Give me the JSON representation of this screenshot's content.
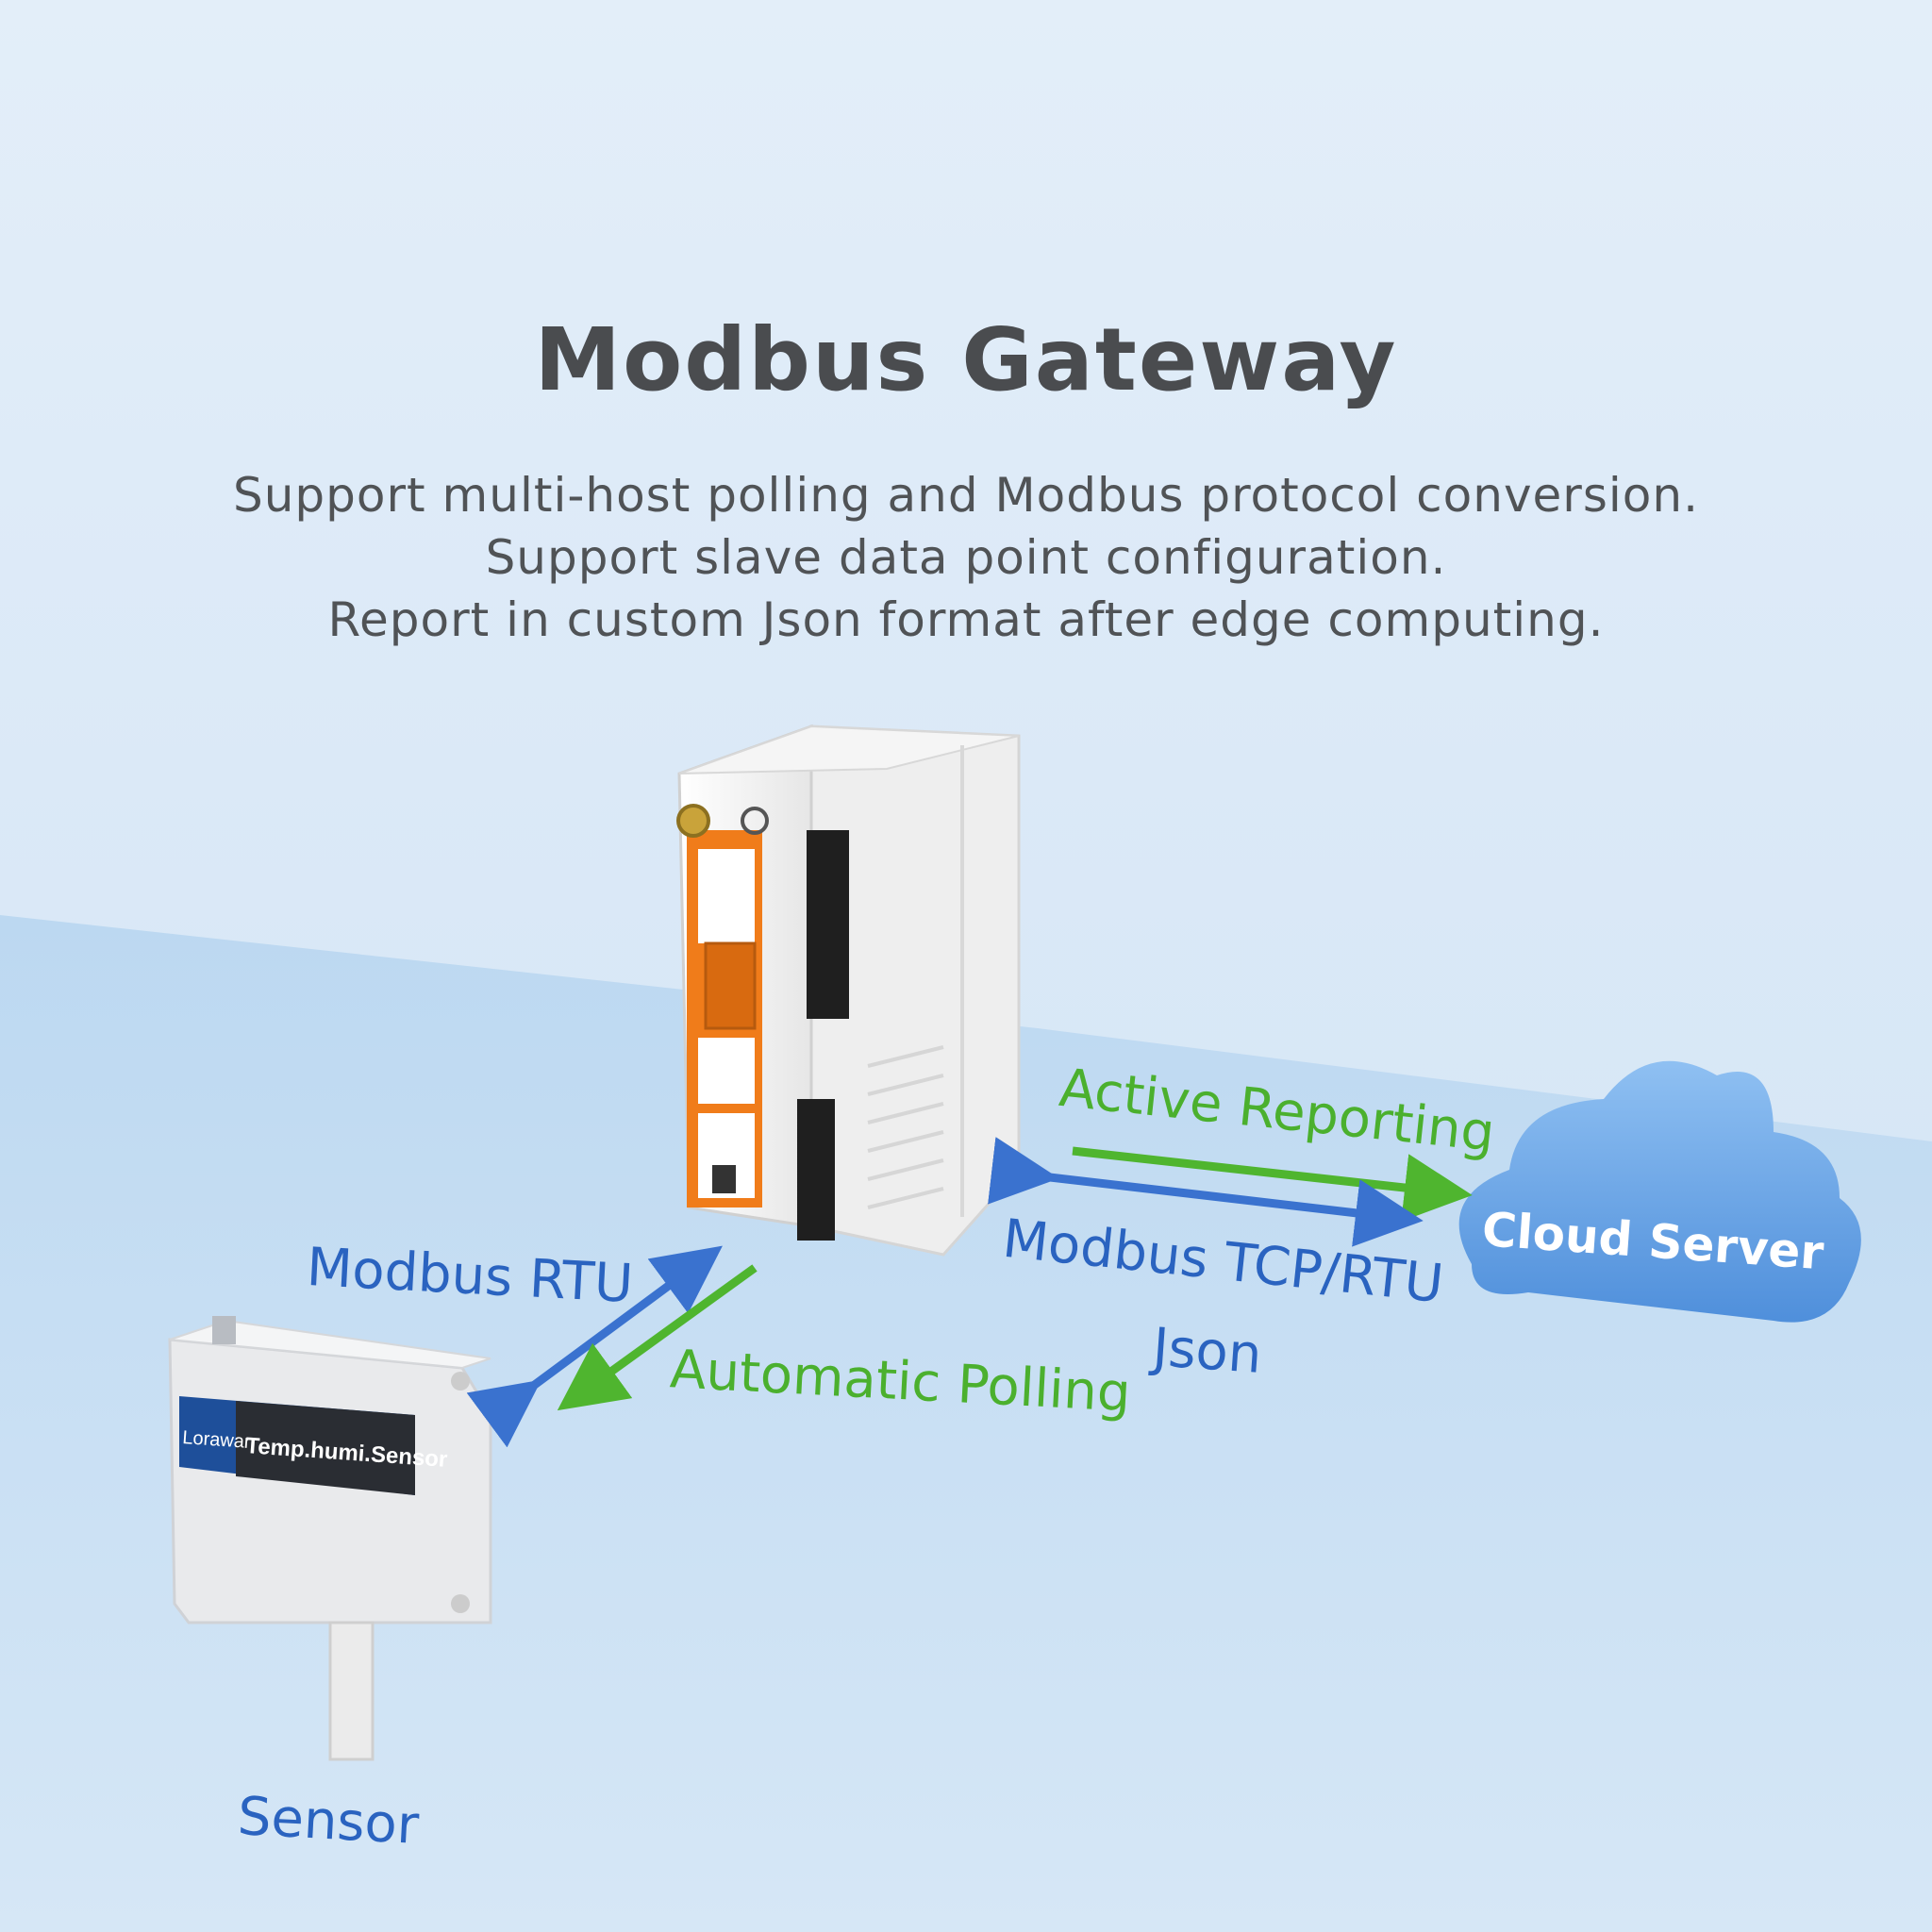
{
  "title": "Modbus Gateway",
  "subtitle_lines": [
    "Support multi-host polling and Modbus protocol conversion.",
    "Support slave data point configuration.",
    "Report in custom Json format after edge computing."
  ],
  "labels": {
    "modbus_rtu": "Modbus RTU",
    "automatic_polling": "Automatic Polling",
    "active_reporting": "Active Reporting",
    "modbus_tcp_rtu": "Modbus TCP/RTU",
    "json": "Json",
    "sensor": "Sensor",
    "cloud_server": "Cloud Server"
  },
  "sensor_device": {
    "brand": "Lorawan",
    "model": "Temp.humi.Sensor"
  },
  "colors": {
    "blue_arrow": "#3a72cf",
    "green_arrow": "#4fb52f",
    "device_orange": "#f07c1a",
    "cloud": "#6aa6e6"
  }
}
